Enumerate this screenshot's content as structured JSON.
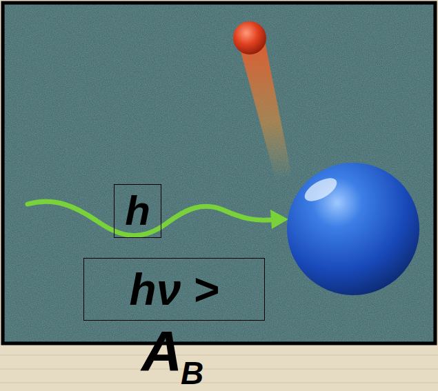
{
  "diagram": {
    "nodes": [
      {
        "text": [
          "h"
        ]
      },
      {
        "text": [
          "hν >"
        ]
      }
    ],
    "labels": [
      "A",
      "B"
    ]
  }
}
